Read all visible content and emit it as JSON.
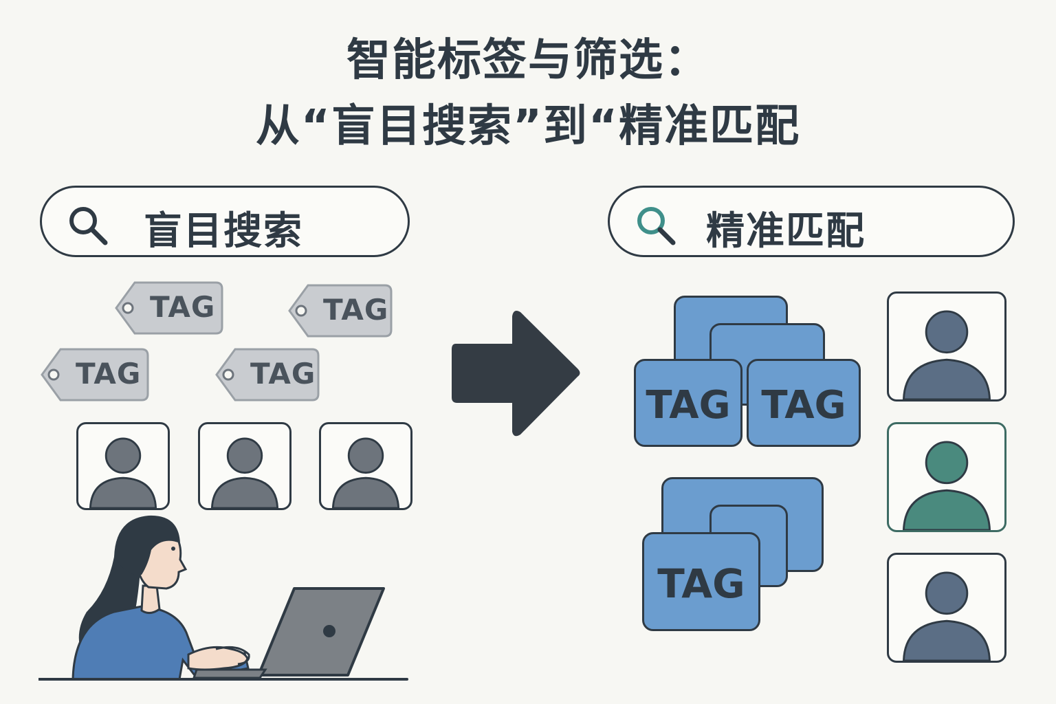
{
  "title": {
    "line1": "智能标签与筛选：",
    "line2": "从“盲目搜索”到“精准匹配"
  },
  "left": {
    "search_label": "盲目搜索",
    "tags": [
      "TAG",
      "TAG",
      "TAG",
      "TAG"
    ]
  },
  "right": {
    "search_label": "精准匹配",
    "tags": [
      "TAG",
      "TAG",
      "TAG"
    ]
  },
  "colors": {
    "ink": "#2f3a44",
    "tag_gray": "#c9ccd0",
    "avatar_gray": "#6d747c",
    "card_blue": "#6b9dcf",
    "avatar_blue": "#5b6e85",
    "avatar_teal": "#4a8a7e",
    "search_teal": "#3f8f8a",
    "shirt_blue": "#4f7db5"
  },
  "icons": {
    "search": "magnifier-icon",
    "arrow": "right-arrow-icon",
    "person": "user-avatar-icon"
  }
}
